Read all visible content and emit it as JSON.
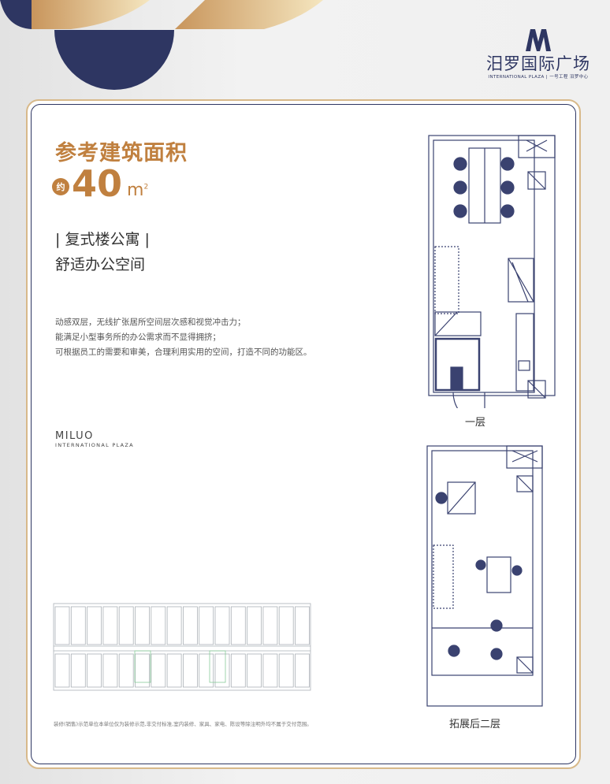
{
  "logo": {
    "name_cn": "汨罗国际广场",
    "tagline": "INTERNATIONAL PLAZA | 一号工程 汨罗中心",
    "mark": "M"
  },
  "heading": {
    "title": "参考建筑面积",
    "approx_badge": "约",
    "area_value": "40",
    "area_unit": "m",
    "area_unit_sup": "2"
  },
  "subtitle": {
    "line1": "| 复式楼公寓 |",
    "line2": "舒适办公空间"
  },
  "description": [
    "动感双层，无线扩张居所空间层次感和视觉冲击力；",
    "能满足小型事务所的办公需求而不显得拥挤；",
    "可根据员工的需要和审美，合理利用实用的空间，打造不同的功能区。"
  ],
  "brand": {
    "line1": "MILUO",
    "line2": "INTERNATIONAL PLAZA"
  },
  "plans": {
    "floor1_label": "一层",
    "floor2_label": "拓展后二层"
  },
  "footnote": "装修(销售)示范单位本单位仅为装修示范,非交付标准,室内装修、家具、家电、陈设等除注明外均不属于交付范围。",
  "colors": {
    "navy": "#2e3662",
    "gold": "#c0803f",
    "border_gold": "#d8b98a"
  }
}
